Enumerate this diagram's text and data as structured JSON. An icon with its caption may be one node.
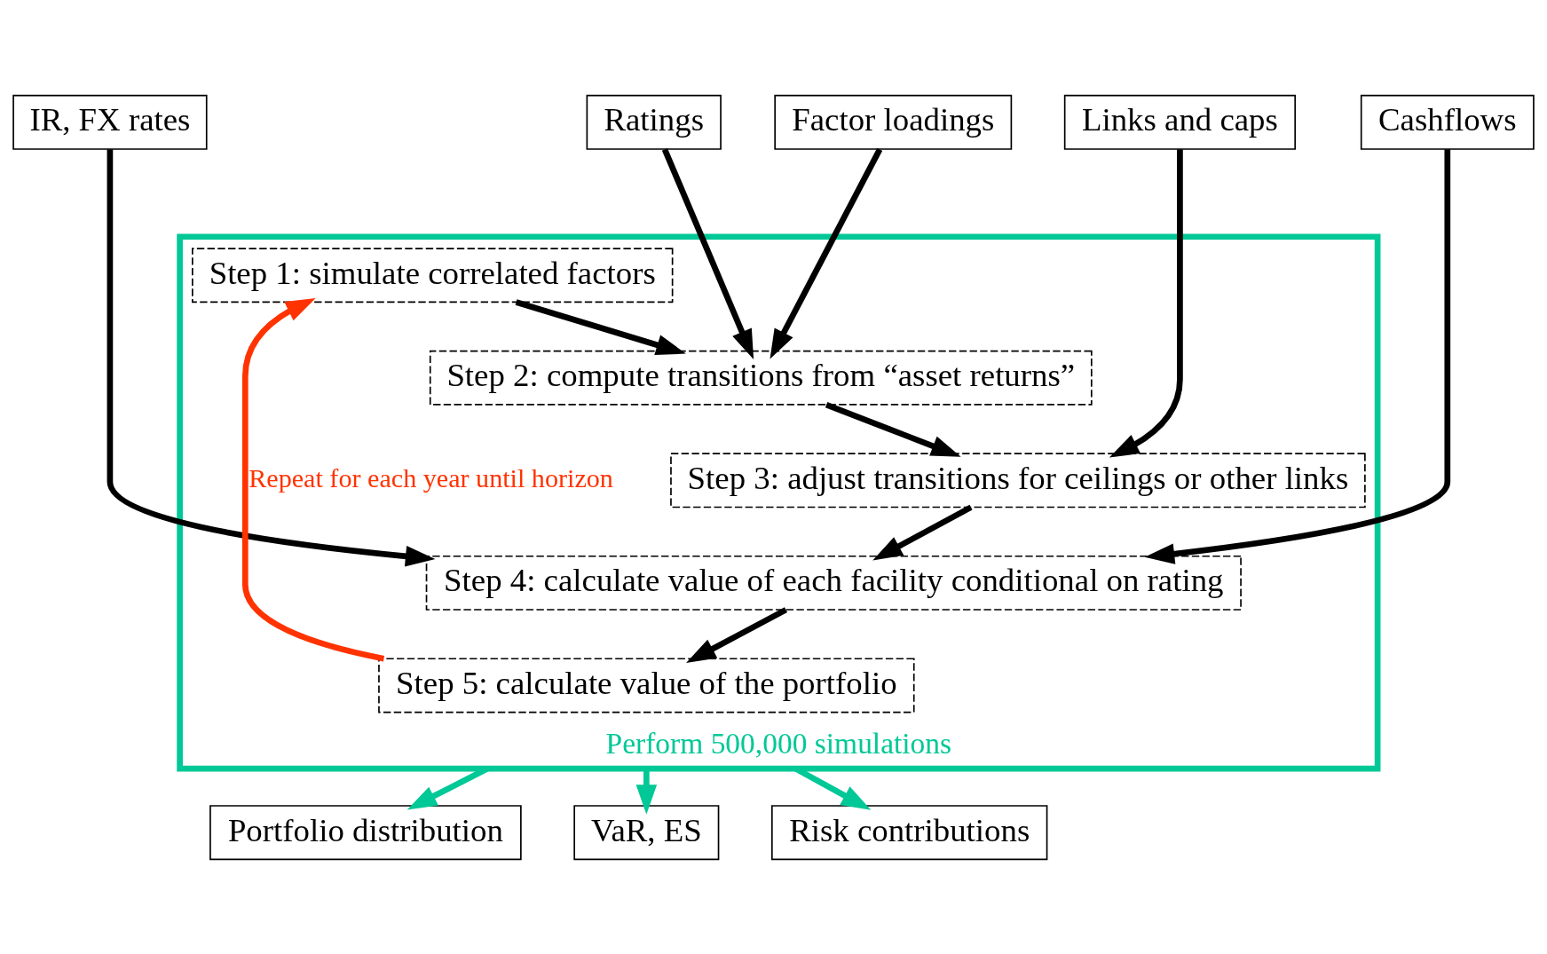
{
  "diagram": {
    "nodes": [
      {
        "text": [
          "IR, FX rates"
        ]
      },
      {
        "text": [
          "Ratings"
        ]
      },
      {
        "text": [
          "Factor loadings"
        ]
      },
      {
        "text": [
          "Links and caps"
        ]
      },
      {
        "text": [
          "Cashflows"
        ]
      },
      {
        "text": [
          "Perform 500,000 simulations"
        ]
      },
      {
        "text": [
          "Step 1: simulate correlated factors"
        ],
        "in": 5
      },
      {
        "text": [
          "Step 2: compute transitions from “asset returns”"
        ],
        "in": 5
      },
      {
        "text": [
          "Step 3: adjust transitions for ceilings or other links"
        ],
        "in": 5
      },
      {
        "text": [
          "Step 4: calculate value of each facility conditional on rating"
        ],
        "in": 5
      },
      {
        "text": [
          "Step 5: calculate value of the portfolio"
        ],
        "in": 5
      },
      {
        "text": [
          "Portfolio distribution"
        ]
      },
      {
        "text": [
          "VaR, ES"
        ]
      },
      {
        "text": [
          "Risk contributions"
        ]
      }
    ],
    "edges": [
      {
        "from": 0,
        "to": 9,
        "arrow": "to"
      },
      {
        "from": 1,
        "to": 7,
        "arrow": "to"
      },
      {
        "from": 2,
        "to": 7,
        "arrow": "to"
      },
      {
        "from": 3,
        "to": 8,
        "arrow": "to"
      },
      {
        "from": 4,
        "to": 9,
        "arrow": "to"
      },
      {
        "from": 6,
        "to": 7,
        "arrow": "to"
      },
      {
        "from": 7,
        "to": 8,
        "arrow": "to"
      },
      {
        "from": 8,
        "to": 9,
        "arrow": "to"
      },
      {
        "from": 9,
        "to": 10,
        "arrow": "to"
      },
      {
        "from": 10,
        "to": 6,
        "arrow": "to",
        "label": "Repeat for each year until horizon",
        "color": "#ff3300"
      },
      {
        "from": 5,
        "to": 11,
        "arrow": "to",
        "color": "#00c896"
      },
      {
        "from": 5,
        "to": 12,
        "arrow": "to",
        "color": "#00c896"
      },
      {
        "from": 5,
        "to": 13,
        "arrow": "to",
        "color": "#00c896"
      }
    ]
  }
}
